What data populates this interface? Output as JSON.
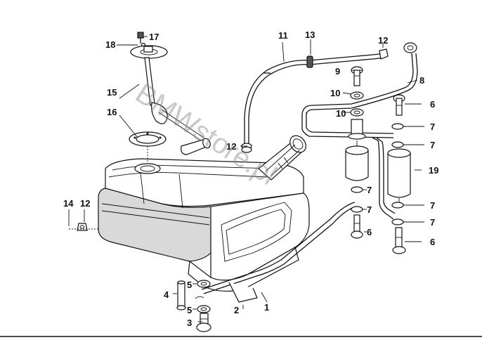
{
  "watermark": "BMWstore.pl",
  "callouts": {
    "c1": "1",
    "c2": "2",
    "c3": "3",
    "c4": "4",
    "c5a": "5",
    "c5b": "5",
    "c6a": "6",
    "c6b": "6",
    "c6c": "6",
    "c7a": "7",
    "c7b": "7",
    "c7c": "7",
    "c7d": "7",
    "c7e": "7",
    "c7f": "7",
    "c8": "8",
    "c9": "9",
    "c10a": "10",
    "c10b": "10",
    "c11": "11",
    "c12a": "12",
    "c12b": "12",
    "c12c": "12",
    "c13": "13",
    "c14": "14",
    "c15": "15",
    "c16": "16",
    "c17": "17",
    "c18": "18",
    "c19": "19"
  }
}
